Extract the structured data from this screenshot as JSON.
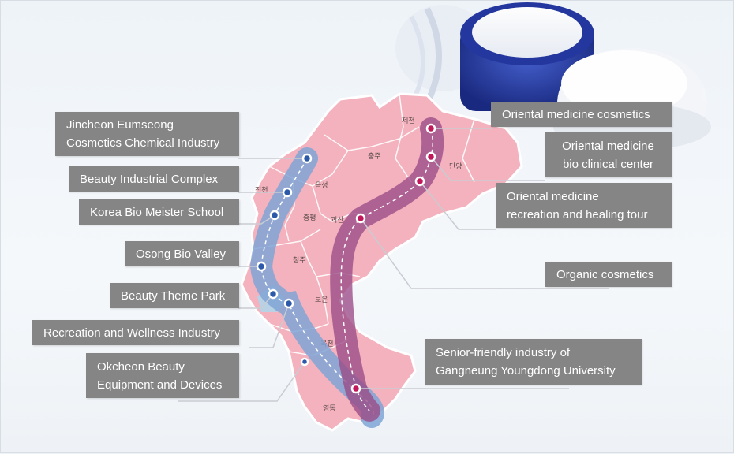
{
  "labels": {
    "jincheon": [
      "Jincheon Eumseong",
      "Cosmetics Chemical Industry"
    ],
    "beauty_complex": "Beauty Industrial Complex",
    "bio_meister": "Korea Bio Meister School",
    "osong": "Osong Bio Valley",
    "beauty_theme": "Beauty Theme Park",
    "recreation_wellness": "Recreation and Wellness Industry",
    "okcheon": [
      "Okcheon Beauty",
      "Equipment and Devices"
    ],
    "oriental_cosmetics": "Oriental medicine cosmetics",
    "oriental_clinical": [
      "Oriental medicine",
      "bio clinical center"
    ],
    "oriental_recreation": [
      "Oriental medicine",
      "recreation and healing tour"
    ],
    "organic": "Organic cosmetics",
    "senior": [
      "Senior-friendly industry of",
      "Gangneung Youngdong University"
    ]
  },
  "map_places": {
    "jecheon": "제천",
    "chungju": "충주",
    "danyang": "단양",
    "jincheon": "진천",
    "eumseong": "음성",
    "jeungpyeong": "증평",
    "goesan": "괴산",
    "cheongju": "청주",
    "boeun": "보은",
    "okcheon": "옥천",
    "yeongdong": "영동"
  },
  "colors": {
    "label_bg": "#858585",
    "map_fill": "#f3b2bd",
    "map_border": "#ffffff",
    "blue_corridor": "#7fa4d6",
    "purple_corridor": "#9a4a86",
    "dot_blue": "#2d5aa8",
    "dot_red": "#c2185b"
  },
  "icons": {
    "cosmetic_jar": "cosmetic-jar-icon"
  }
}
